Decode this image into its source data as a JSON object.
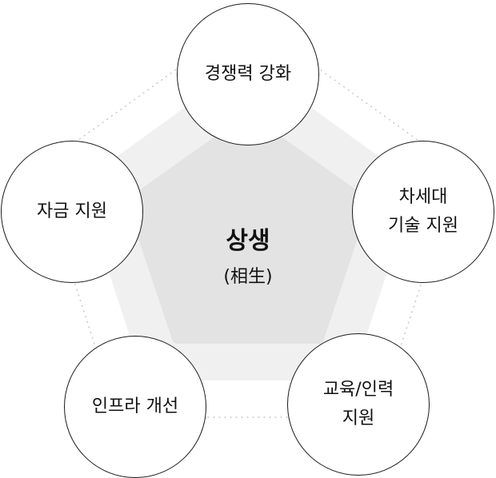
{
  "center": {
    "title": "상생",
    "subtitle": "(相生)"
  },
  "nodes": [
    {
      "lines": [
        "경쟁력 강화"
      ]
    },
    {
      "lines": [
        "차세대",
        "기술 지원"
      ]
    },
    {
      "lines": [
        "교육/인력",
        "지원"
      ]
    },
    {
      "lines": [
        "인프라 개선"
      ]
    },
    {
      "lines": [
        "자금 지원"
      ]
    }
  ],
  "colors": {
    "outer_pentagon": "#f0f0f0",
    "inner_pentagon": "#e3e3e3",
    "dotted_outline": "#c8c8c8",
    "circle_border": "#1a1a1a",
    "text": "#111111"
  }
}
